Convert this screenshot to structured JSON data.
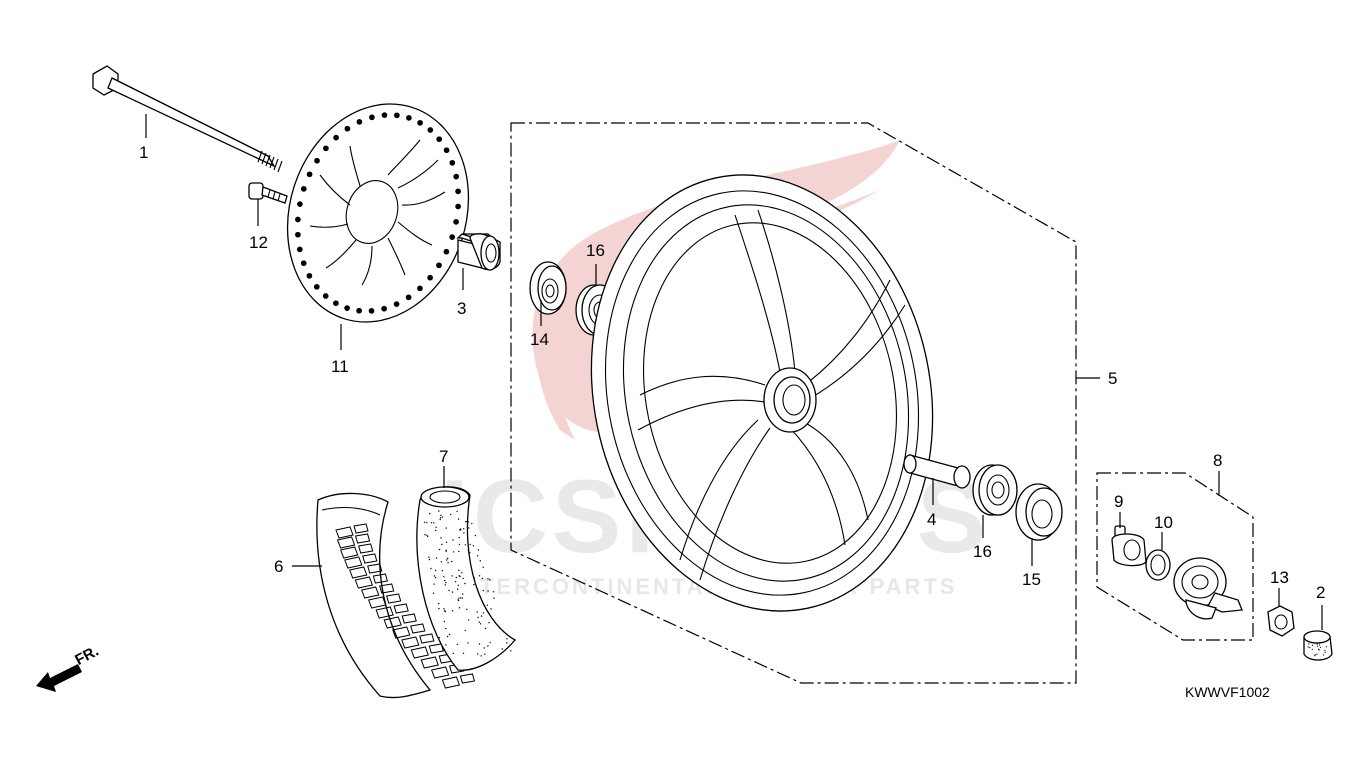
{
  "watermark": {
    "brand": "ICSPARTS",
    "tagline": "INTERCONTINENTAL SCOOTER PARTS",
    "logo_color": "#e8b0b0"
  },
  "diagram_code": "KWWVF1002",
  "direction_label": "FR.",
  "callouts": {
    "c1": "1",
    "c2": "2",
    "c3": "3",
    "c4": "4",
    "c5": "5",
    "c6": "6",
    "c7": "7",
    "c8": "8",
    "c9": "9",
    "c10": "10",
    "c11": "11",
    "c12": "12",
    "c13": "13",
    "c14": "14",
    "c15": "15",
    "c16a": "16",
    "c16b": "16"
  },
  "parts": [
    {
      "ref": "1",
      "name": "axle-bolt"
    },
    {
      "ref": "2",
      "name": "cap"
    },
    {
      "ref": "3",
      "name": "collar"
    },
    {
      "ref": "4",
      "name": "distance-collar"
    },
    {
      "ref": "5",
      "name": "front-wheel"
    },
    {
      "ref": "6",
      "name": "tire"
    },
    {
      "ref": "7",
      "name": "tube"
    },
    {
      "ref": "8",
      "name": "speedometer-gearbox"
    },
    {
      "ref": "9",
      "name": "retainer"
    },
    {
      "ref": "10",
      "name": "washer"
    },
    {
      "ref": "11",
      "name": "brake-disc"
    },
    {
      "ref": "12",
      "name": "disc-bolt"
    },
    {
      "ref": "13",
      "name": "axle-nut"
    },
    {
      "ref": "14",
      "name": "dust-seal"
    },
    {
      "ref": "15",
      "name": "dust-seal"
    },
    {
      "ref": "16",
      "name": "bearing"
    }
  ]
}
